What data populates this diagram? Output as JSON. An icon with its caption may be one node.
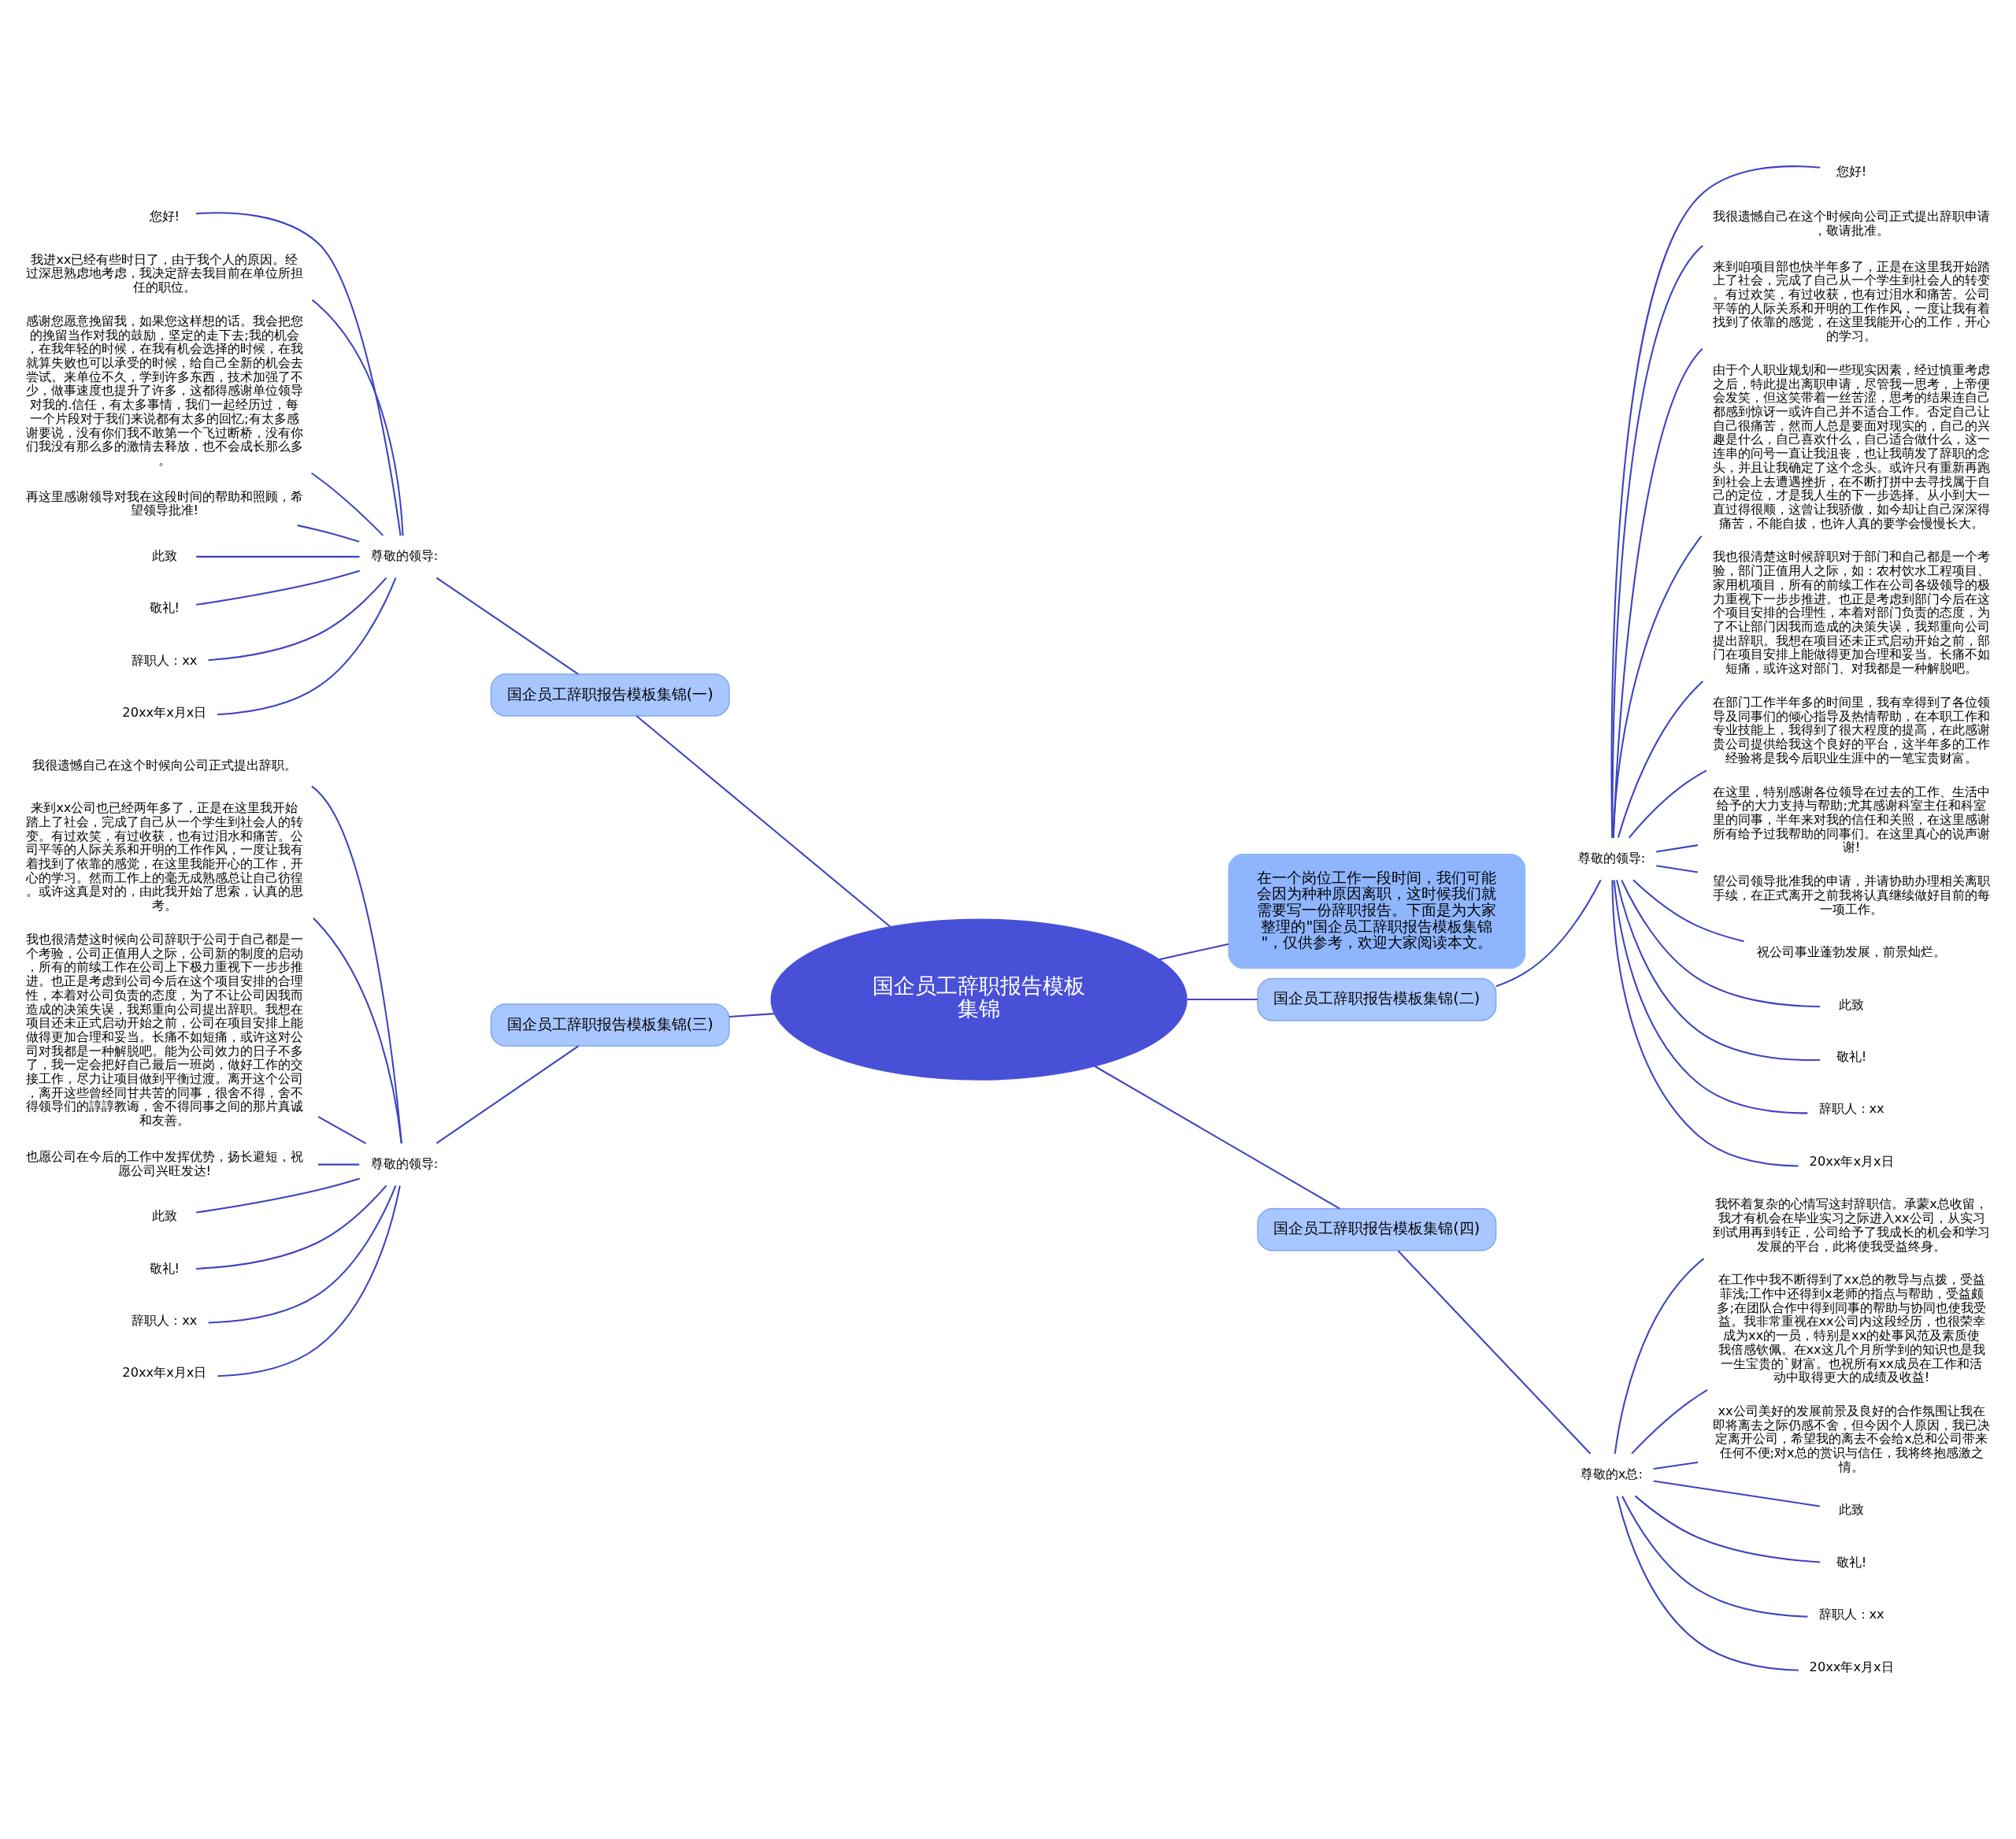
{
  "diagram": {
    "nodes": [
      {
        "text": [
          "国企员工辞职报告模板集锦"
        ]
      },
      {
        "text": [
          "在一个岗位工作一段时间，我们可能会因为种种原因离职，这时候我们就需要写一份辞职报告。下面是为大家整理的\"国企员工辞职报告模板集锦\"，仅供参考，欢迎大家阅读本文。"
        ]
      },
      {
        "text": [
          "国企员工辞职报告模板集锦(一)"
        ]
      },
      {
        "text": [
          "尊敬的领导:"
        ]
      },
      {
        "text": [
          "您好!"
        ]
      },
      {
        "text": [
          "我进xx已经有些时日了，由于我个人的原因。经过深思熟虑地考虑，我决定辞去我目前在单位所担任的职位。"
        ]
      },
      {
        "text": [
          "感谢您愿意挽留我，如果您这样想的话。我会把您的挽留当作对我的鼓励，坚定的走下去;我的机会，在我年轻的时候，在我有机会选择的时候，在我就算失败也可以承受的时候，给自己全新的机会去尝试。来单位不久，学到许多东西，技术加强了不少，做事速度也提升了许多，这都得感谢单位领导对我的.信任，有太多事情，我们一起经历过，每一个片段对于我们来说都有太多的回忆;有太多感谢要说，没有你们我不敢第一个飞过断桥，没有你们我没有那么多的激情去释放，也不会成长那么多。"
        ]
      },
      {
        "text": [
          "再这里感谢领导对我在这段时间的帮助和照顾，希望领导批准!"
        ]
      },
      {
        "text": [
          "此致"
        ]
      },
      {
        "text": [
          "敬礼!"
        ]
      },
      {
        "text": [
          "辞职人：xx"
        ]
      },
      {
        "text": [
          "20xx年x月x日"
        ]
      },
      {
        "text": [
          "国企员工辞职报告模板集锦(二)"
        ]
      },
      {
        "text": [
          "尊敬的领导:"
        ]
      },
      {
        "text": [
          "您好!"
        ]
      },
      {
        "text": [
          "我很遗憾自己在这个时候向公司正式提出辞职申请，敬请批准。"
        ]
      },
      {
        "text": [
          "来到咱项目部也快半年多了，正是在这里我开始踏上了社会，完成了自己从一个学生到社会人的转变。有过欢笑，有过收获，也有过泪水和痛苦。公司平等的人际关系和开明的工作作风，一度让我有着找到了依靠的感觉，在这里我能开心的工作，开心的学习。"
        ]
      },
      {
        "text": [
          "由于个人职业规划和一些现实因素，经过慎重考虑之后，特此提出离职申请，尽管我一思考，上帝便会发笑，但这笑带着一丝苦涩，思考的结果连自己都感到惊讶一或许自己并不适合工作。否定自己让自己很痛苦，然而人总是要面对现实的，自己的兴趣是什么，自己喜欢什么，自己适合做什么，这一连串的问号一直让我沮丧，也让我萌发了辞职的念头，并且让我确定了这个念头。或许只有重新再跑到社会上去遭遇挫折，在不断打拼中去寻找属于自己的定位，才是我人生的下一步选择。从小到大一直过得很顺，这曾让我骄傲，如今却让自己深深得痛苦，不能自拔，也许人真的要学会慢慢长大。"
        ]
      },
      {
        "text": [
          "我也很清楚这时候辞职对于部门和自己都是一个考验，部门正值用人之际，如：农村饮水工程项目、家用机项目，所有的前续工作在公司各级领导的极力重视下一步步推进。也正是考虑到部门今后在这个项目安排的合理性，本着对部门负责的态度，为了不让部门因我而造成的决策失误，我郑重向公司提出辞职。我想在项目还未正式启动开始之前，部门在项目安排上能做得更加合理和妥当。长痛不如短痛，或许这对部门、对我都是一种解脱吧。"
        ]
      },
      {
        "text": [
          "在部门工作半年多的时间里，我有幸得到了各位领导及同事们的倾心指导及热情帮助，在本职工作和专业技能上，我得到了很大程度的提高，在此感谢贵公司提供给我这个良好的平台，这半年多的工作经验将是我今后职业生涯中的一笔宝贵财富。"
        ]
      },
      {
        "text": [
          "在这里，特别感谢各位领导在过去的工作、生活中给予的大力支持与帮助;尤其感谢科室主任和科室里的同事，半年来对我的信任和关照，在这里感谢所有给予过我帮助的同事们。在这里真心的说声谢谢!"
        ]
      },
      {
        "text": [
          "望公司领导批准我的申请，并请协助办理相关离职手续，在正式离开之前我将认真继续做好目前的每一项工作。"
        ]
      },
      {
        "text": [
          "祝公司事业蓬勃发展，前景灿烂。"
        ]
      },
      {
        "text": [
          "此致"
        ]
      },
      {
        "text": [
          "敬礼!"
        ]
      },
      {
        "text": [
          "辞职人：xx"
        ]
      },
      {
        "text": [
          "20xx年x月x日"
        ]
      },
      {
        "text": [
          "国企员工辞职报告模板集锦(三)"
        ]
      },
      {
        "text": [
          "尊敬的领导:"
        ]
      },
      {
        "text": [
          "我很遗憾自己在这个时候向公司正式提出辞职。"
        ]
      },
      {
        "text": [
          "来到xx公司也已经两年多了，正是在这里我开始踏上了社会，完成了自己从一个学生到社会人的转变。有过欢笑，有过收获，也有过泪水和痛苦。公司平等的人际关系和开明的工作作风，一度让我有着找到了依靠的感觉，在这里我能开心的工作，开心的学习。然而工作上的毫无成熟感总让自己彷徨。或许这真是对的，由此我开始了思索，认真的思考。"
        ]
      },
      {
        "text": [
          "我也很清楚这时候向公司辞职于公司于自己都是一个考验，公司正值用人之际，公司新的制度的启动，所有的前续工作在公司上下极力重视下一步步推进。也正是考虑到公司今后在这个项目安排的合理性，本着对公司负责的态度，为了不让公司因我而造成的决策失误，我郑重向公司提出辞职。我想在项目还未正式启动开始之前，公司在项目安排上能做得更加合理和妥当。长痛不如短痛，或许这对公司对我都是一种解脱吧。能为公司效力的日子不多了，我一定会把好自己最后一班岗，做好工作的交接工作，尽力让项目做到平衡过渡。离开这个公司，离开这些曾经同甘共苦的同事，很舍不得，舍不得领导们的諄諄教诲，舍不得同事之间的那片真诚和友善。"
        ]
      },
      {
        "text": [
          "也愿公司在今后的工作中发挥优势，扬长避短，祝愿公司兴旺发达!"
        ]
      },
      {
        "text": [
          "此致"
        ]
      },
      {
        "text": [
          "敬礼!"
        ]
      },
      {
        "text": [
          "辞职人：xx"
        ]
      },
      {
        "text": [
          "20xx年x月x日"
        ]
      },
      {
        "text": [
          "国企员工辞职报告模板集锦(四)"
        ]
      },
      {
        "text": [
          "尊敬的x总:"
        ]
      },
      {
        "text": [
          "我怀着复杂的心情写这封辞职信。承蒙x总收留，我才有机会在毕业实习之际进入xx公司，从实习到试用再到转正，公司给予了我成长的机会和学习发展的平台，此将使我受益终身。"
        ]
      },
      {
        "text": [
          "在工作中我不断得到了xx总的教导与点拨，受益菲浅;工作中还得到x老师的指点与帮助，受益颇多;在团队合作中得到同事的帮助与协同也使我受益。我非常重视在xx公司内这段经历，也很荣幸成为xx的一员，特别是xx的处事风范及素质使我倍感钦佩。在xx这几个月所学到的知识也是我一生宝贵的`财富。也祝所有xx成员在工作和活动中取得更大的成绩及收益!"
        ]
      },
      {
        "text": [
          "xx公司美好的发展前景及良好的合作氛围让我在即将离去之际仍感不舍，但今因个人原因，我已决定离开公司，希望我的离去不会给x总和公司带来任何不便;对x总的赏识与信任，我将终抱感激之情。"
        ]
      },
      {
        "text": [
          "此致"
        ]
      },
      {
        "text": [
          "敬礼!"
        ]
      },
      {
        "text": [
          "辞职人：xx"
        ]
      },
      {
        "text": [
          "20xx年x月x日"
        ]
      }
    ],
    "edges": [
      {
        "from": 0,
        "to": 1,
        "arrow": "none"
      },
      {
        "from": 0,
        "to": 2,
        "arrow": "none"
      },
      {
        "from": 2,
        "to": 3,
        "arrow": "none"
      },
      {
        "from": 3,
        "to": 4,
        "arrow": "none"
      },
      {
        "from": 3,
        "to": 5,
        "arrow": "none"
      },
      {
        "from": 3,
        "to": 6,
        "arrow": "none"
      },
      {
        "from": 3,
        "to": 7,
        "arrow": "none"
      },
      {
        "from": 3,
        "to": 8,
        "arrow": "none"
      },
      {
        "from": 3,
        "to": 9,
        "arrow": "none"
      },
      {
        "from": 3,
        "to": 10,
        "arrow": "none"
      },
      {
        "from": 3,
        "to": 11,
        "arrow": "none"
      },
      {
        "from": 0,
        "to": 12,
        "arrow": "none"
      },
      {
        "from": 12,
        "to": 13,
        "arrow": "none"
      },
      {
        "from": 13,
        "to": 14,
        "arrow": "none"
      },
      {
        "from": 13,
        "to": 15,
        "arrow": "none"
      },
      {
        "from": 13,
        "to": 16,
        "arrow": "none"
      },
      {
        "from": 13,
        "to": 17,
        "arrow": "none"
      },
      {
        "from": 13,
        "to": 18,
        "arrow": "none"
      },
      {
        "from": 13,
        "to": 19,
        "arrow": "none"
      },
      {
        "from": 13,
        "to": 20,
        "arrow": "none"
      },
      {
        "from": 13,
        "to": 21,
        "arrow": "none"
      },
      {
        "from": 13,
        "to": 22,
        "arrow": "none"
      },
      {
        "from": 13,
        "to": 23,
        "arrow": "none"
      },
      {
        "from": 13,
        "to": 24,
        "arrow": "none"
      },
      {
        "from": 13,
        "to": 25,
        "arrow": "none"
      },
      {
        "from": 13,
        "to": 26,
        "arrow": "none"
      },
      {
        "from": 0,
        "to": 27,
        "arrow": "none"
      },
      {
        "from": 27,
        "to": 28,
        "arrow": "none"
      },
      {
        "from": 28,
        "to": 29,
        "arrow": "none"
      },
      {
        "from": 28,
        "to": 30,
        "arrow": "none"
      },
      {
        "from": 28,
        "to": 31,
        "arrow": "none"
      },
      {
        "from": 28,
        "to": 32,
        "arrow": "none"
      },
      {
        "from": 28,
        "to": 33,
        "arrow": "none"
      },
      {
        "from": 28,
        "to": 34,
        "arrow": "none"
      },
      {
        "from": 28,
        "to": 35,
        "arrow": "none"
      },
      {
        "from": 28,
        "to": 36,
        "arrow": "none"
      },
      {
        "from": 0,
        "to": 37,
        "arrow": "none"
      },
      {
        "from": 37,
        "to": 38,
        "arrow": "none"
      },
      {
        "from": 38,
        "to": 39,
        "arrow": "none"
      },
      {
        "from": 38,
        "to": 40,
        "arrow": "none"
      },
      {
        "from": 38,
        "to": 41,
        "arrow": "none"
      },
      {
        "from": 38,
        "to": 42,
        "arrow": "none"
      },
      {
        "from": 38,
        "to": 43,
        "arrow": "none"
      },
      {
        "from": 38,
        "to": 44,
        "arrow": "none"
      },
      {
        "from": 38,
        "to": 45,
        "arrow": "none"
      }
    ]
  }
}
